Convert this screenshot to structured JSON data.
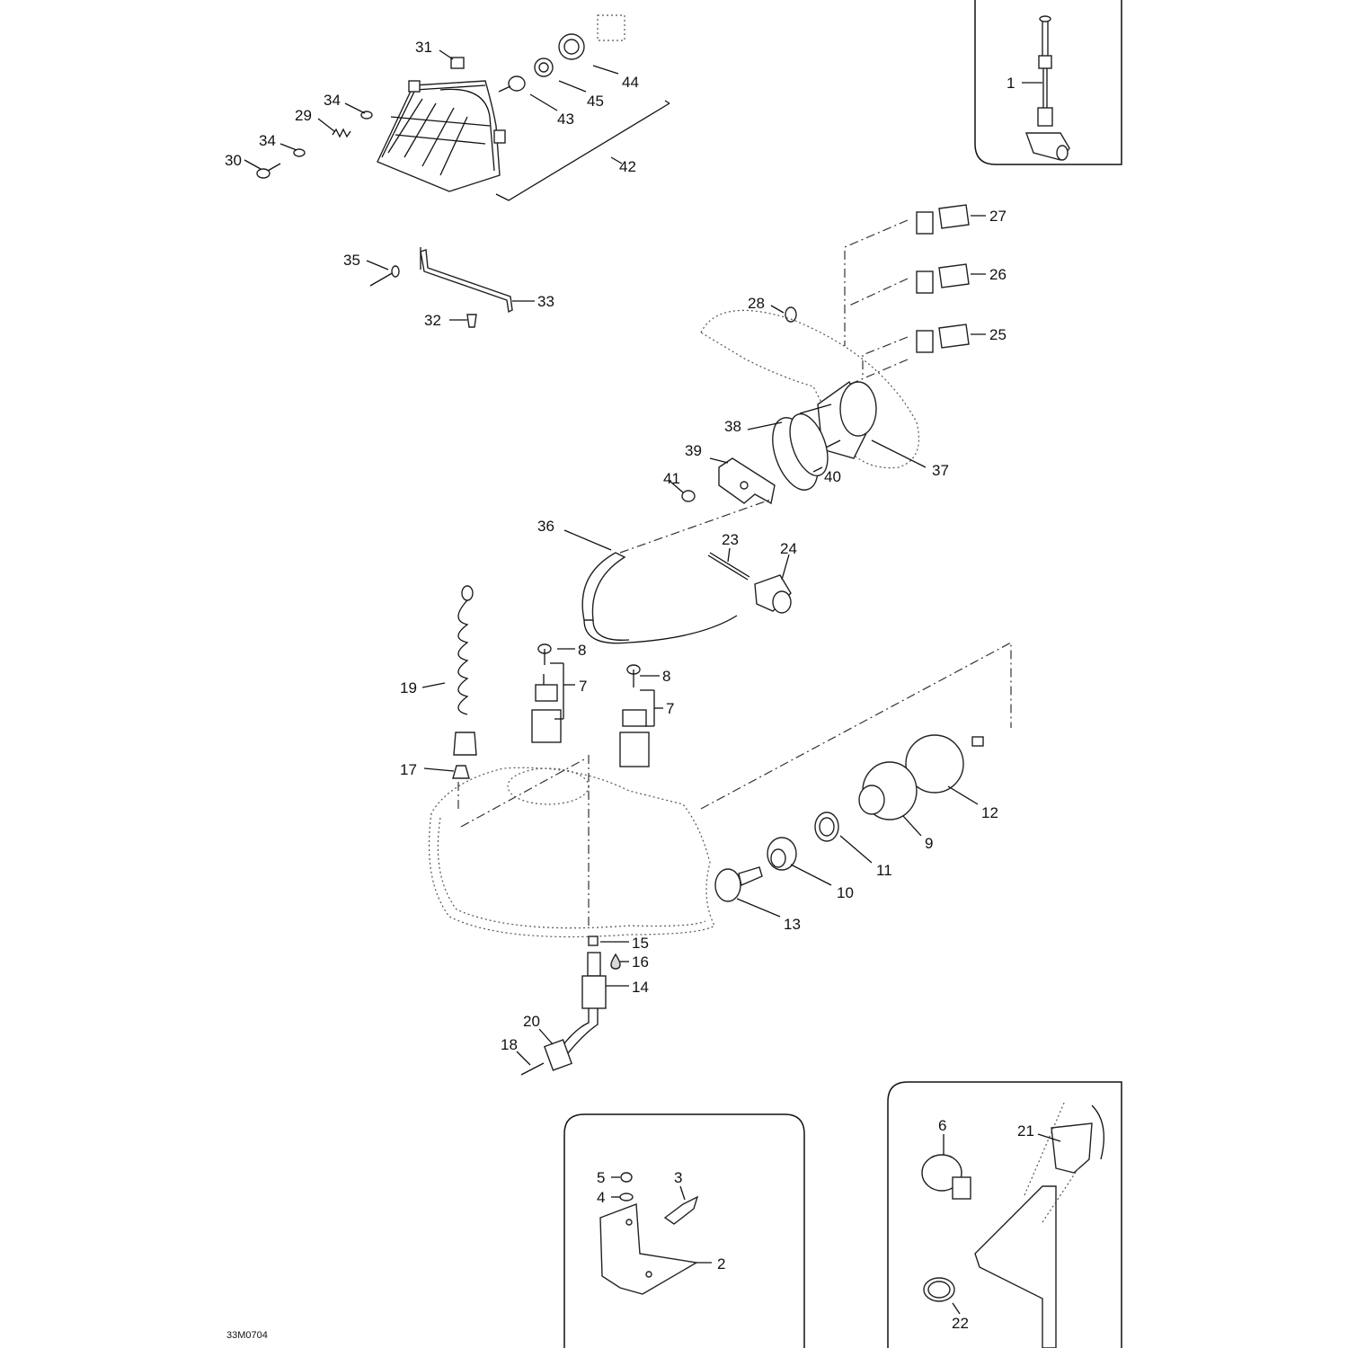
{
  "diagram": {
    "code": "33M0704",
    "callouts": {
      "c1": "1",
      "c2": "2",
      "c3": "3",
      "c4": "4",
      "c5": "5",
      "c6": "6",
      "c7a": "7",
      "c7b": "7",
      "c8a": "8",
      "c8b": "8",
      "c9": "9",
      "c10": "10",
      "c11": "11",
      "c12": "12",
      "c13": "13",
      "c14": "14",
      "c15": "15",
      "c16": "16",
      "c17": "17",
      "c18": "18",
      "c19": "19",
      "c20": "20",
      "c21": "21",
      "c22": "22",
      "c23": "23",
      "c24": "24",
      "c25": "25",
      "c26": "26",
      "c27": "27",
      "c28": "28",
      "c29": "29",
      "c30": "30",
      "c31": "31",
      "c32": "32",
      "c33": "33",
      "c34a": "34",
      "c34b": "34",
      "c35": "35",
      "c36": "36",
      "c37": "37",
      "c38": "38",
      "c39": "39",
      "c40": "40",
      "c41": "41",
      "c42": "42",
      "c43": "43",
      "c44": "44",
      "c45": "45"
    }
  }
}
